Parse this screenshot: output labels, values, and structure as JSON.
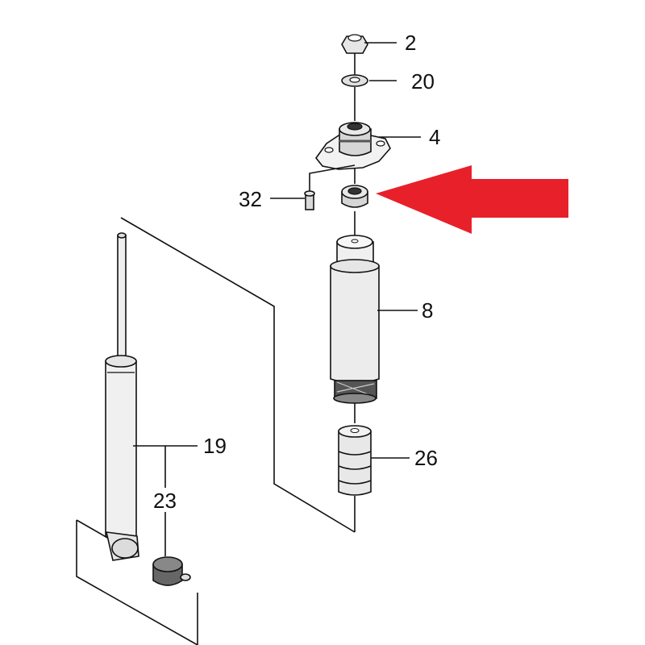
{
  "labels": {
    "p2": "2",
    "p20": "20",
    "p4": "4",
    "p32": "32",
    "p8": "8",
    "p19": "19",
    "p23": "23",
    "p26": "26"
  },
  "colors": {
    "arrow": "#e8202a",
    "line": "#111111",
    "part_fill": "#f2f2f2",
    "part_shade": "#d6d6d6",
    "dark": "#333333"
  },
  "icons": {
    "arrow": "red-pointer-arrow-icon"
  }
}
